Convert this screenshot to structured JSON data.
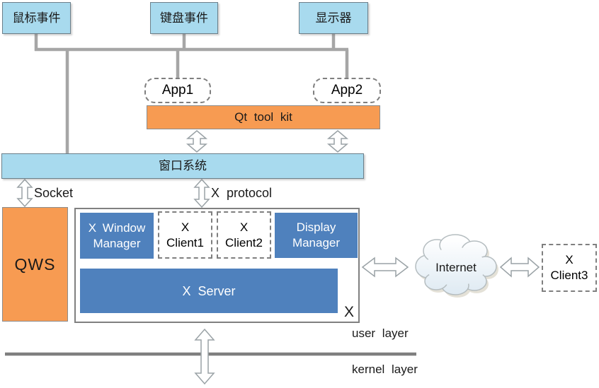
{
  "nodes": {
    "mouse_events": {
      "label": "鼠标事件"
    },
    "keyboard_events": {
      "label": "键盘事件"
    },
    "display_monitor": {
      "label": "显示器"
    },
    "app1": {
      "label": "App1"
    },
    "app2": {
      "label": "App2"
    },
    "qt_toolkit": {
      "label": "Qt tool kit"
    },
    "window_system": {
      "label": "窗口系统"
    },
    "qws": {
      "label": "QWS"
    },
    "x_window_manager": {
      "lines": [
        "X Window",
        "Manager"
      ]
    },
    "x_client1": {
      "lines": [
        "X",
        "Client1"
      ]
    },
    "x_client2": {
      "lines": [
        "X",
        "Client2"
      ]
    },
    "display_manager": {
      "lines": [
        "Display",
        "Manager"
      ]
    },
    "x_server": {
      "label": "X Server"
    },
    "x_system_label": {
      "label": "X"
    },
    "internet": {
      "label": "Internet"
    },
    "x_client3": {
      "lines": [
        "X",
        "Client3"
      ]
    }
  },
  "edges": {
    "socket": {
      "label": "Socket"
    },
    "x_protocol": {
      "label": "X protocol"
    }
  },
  "layers": {
    "user": {
      "label": "user layer"
    },
    "kernel": {
      "label": "kernel layer"
    }
  },
  "colors": {
    "light_blue_fill": "#A8DAEE",
    "blue_fill": "#4F81BD",
    "orange_fill": "#F79B52",
    "connector_gray": "#A6A6A6",
    "divider_gray": "#7F7F7F",
    "arrow_outline": "#9AA2A6"
  }
}
